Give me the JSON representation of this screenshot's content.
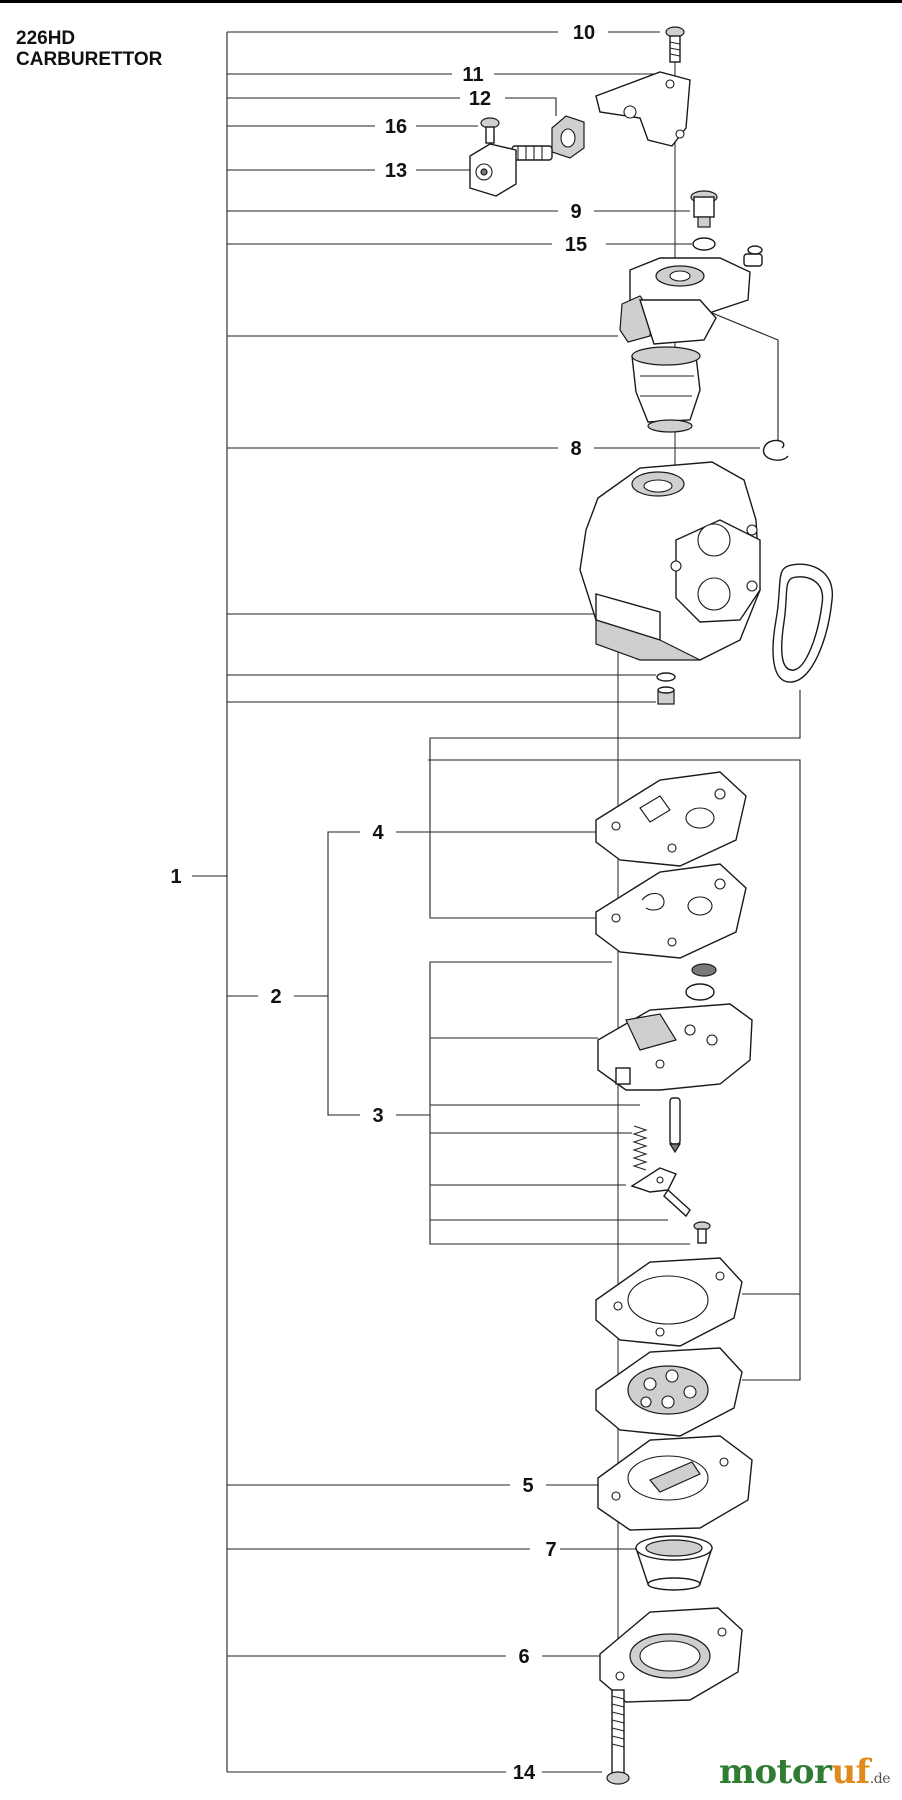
{
  "title": {
    "model": "226HD",
    "section": "CARBURETTOR"
  },
  "callouts": {
    "c1": "1",
    "c2": "2",
    "c3": "3",
    "c4": "4",
    "c5": "5",
    "c6": "6",
    "c7": "7",
    "c8": "8",
    "c9": "9",
    "c10": "10",
    "c11": "11",
    "c12": "12",
    "c13": "13",
    "c14": "14",
    "c15": "15",
    "c16": "16"
  },
  "watermark": {
    "main": "motor",
    "mid": "uf",
    "tld": ".de"
  },
  "colors": {
    "line": "#222222",
    "part_fill": "#ffffff",
    "shade_fill": "#cfcfcf",
    "watermark_green": "#2e7d32",
    "watermark_orange": "#e08a1e"
  }
}
